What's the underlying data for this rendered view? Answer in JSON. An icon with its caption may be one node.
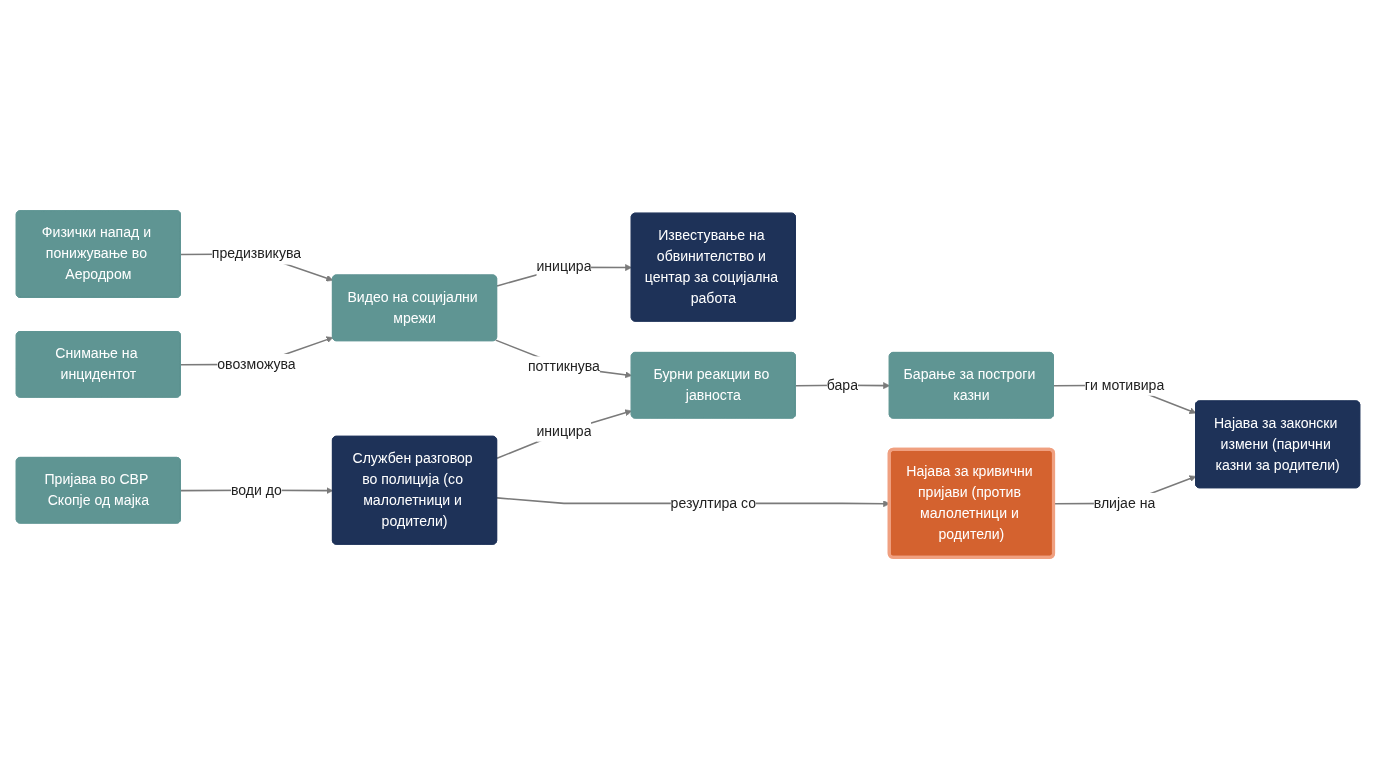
{
  "diagram": {
    "nodes": [
      {
        "text": [
          "Физички напад и понижување во Аеродром"
        ]
      },
      {
        "text": [
          "Снимање на инцидентот"
        ]
      },
      {
        "text": [
          "Пријава во СВР Скопје од мајка"
        ]
      },
      {
        "text": [
          "Видео на социјални мрежи"
        ]
      },
      {
        "text": [
          "Службен разговор во полиција (со малолетници и родители)"
        ]
      },
      {
        "text": [
          "Известување на обвинителство и центар за социјална работа"
        ]
      },
      {
        "text": [
          "Бурни реакции во јавноста"
        ]
      },
      {
        "text": [
          "Најава за кривични пријави (против малолетници и родители)"
        ]
      },
      {
        "text": [
          "Барање за построги казни"
        ]
      },
      {
        "text": [
          "Најава за законски измени (парични казни за родители)"
        ]
      }
    ],
    "edges": [
      {
        "from": 0,
        "to": 3,
        "label": "предизвикува",
        "arrow": "to"
      },
      {
        "from": 1,
        "to": 3,
        "label": "овозможува",
        "arrow": "to"
      },
      {
        "from": 2,
        "to": 4,
        "label": "води до",
        "arrow": "to"
      },
      {
        "from": 3,
        "to": 5,
        "label": "иницира",
        "arrow": "to"
      },
      {
        "from": 3,
        "to": 6,
        "label": "поттикнува",
        "arrow": "to"
      },
      {
        "from": 4,
        "to": 6,
        "label": "иницира",
        "arrow": "to"
      },
      {
        "from": 4,
        "to": 7,
        "label": "резултира со",
        "arrow": "to"
      },
      {
        "from": 6,
        "to": 8,
        "label": "бара",
        "arrow": "to"
      },
      {
        "from": 8,
        "to": 9,
        "label": "ги мотивира",
        "arrow": "to"
      },
      {
        "from": 7,
        "to": 9,
        "label": "влијае на",
        "arrow": "to"
      }
    ]
  }
}
